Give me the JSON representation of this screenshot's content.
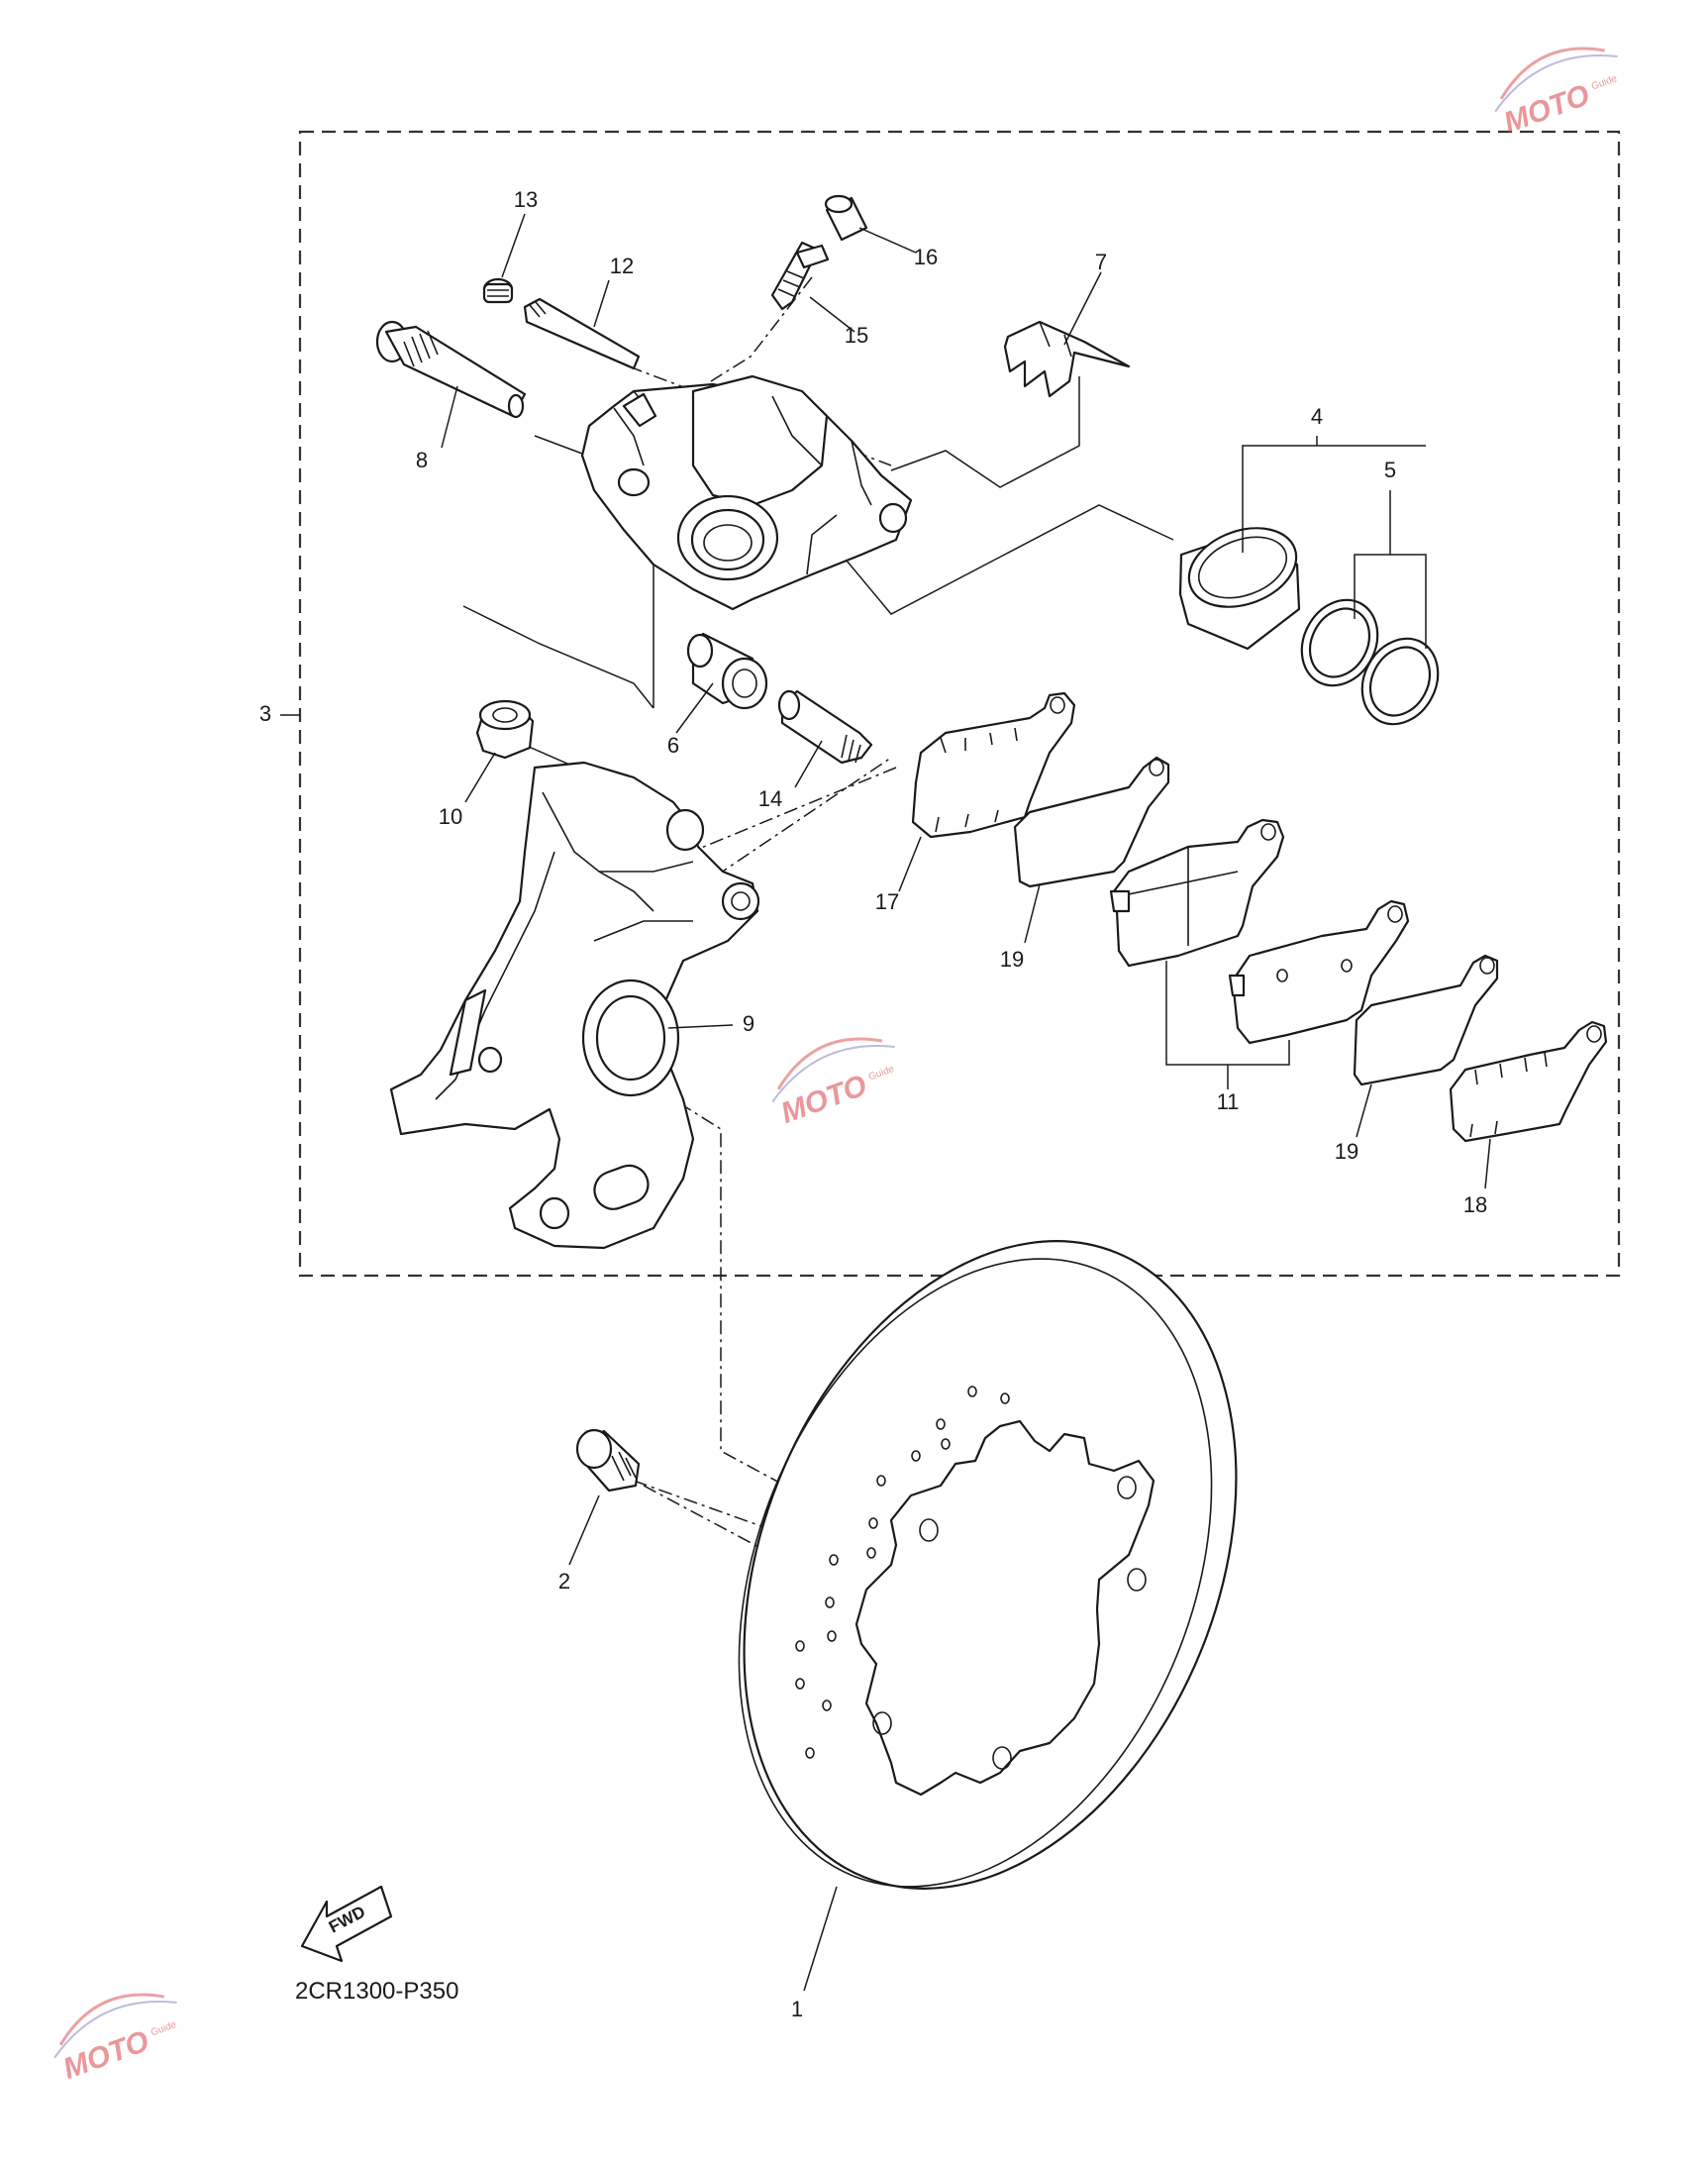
{
  "diagram": {
    "part_code": "2CR1300-P350",
    "fwd_label": "FWD",
    "callouts": [
      {
        "key": "c1",
        "label": "1"
      },
      {
        "key": "c2",
        "label": "2"
      },
      {
        "key": "c3",
        "label": "3"
      },
      {
        "key": "c4",
        "label": "4"
      },
      {
        "key": "c5",
        "label": "5"
      },
      {
        "key": "c6",
        "label": "6"
      },
      {
        "key": "c7",
        "label": "7"
      },
      {
        "key": "c8",
        "label": "8"
      },
      {
        "key": "c9",
        "label": "9"
      },
      {
        "key": "c10",
        "label": "10"
      },
      {
        "key": "c11",
        "label": "11"
      },
      {
        "key": "c12",
        "label": "12"
      },
      {
        "key": "c13",
        "label": "13"
      },
      {
        "key": "c14",
        "label": "14"
      },
      {
        "key": "c15",
        "label": "15"
      },
      {
        "key": "c16",
        "label": "16"
      },
      {
        "key": "c17",
        "label": "17"
      },
      {
        "key": "c18",
        "label": "18"
      },
      {
        "key": "c19a",
        "label": "19"
      },
      {
        "key": "c19b",
        "label": "19"
      }
    ]
  },
  "watermark": {
    "brand": "MOTO",
    "tag": "Guide",
    "color": "#d8434a"
  },
  "colors": {
    "line": "#1a1a1a",
    "background": "#ffffff"
  }
}
